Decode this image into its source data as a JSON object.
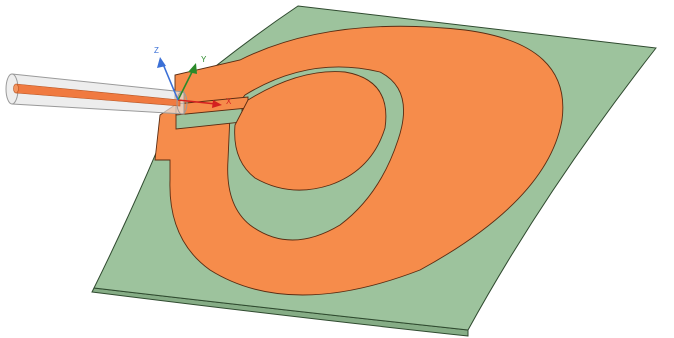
{
  "colors": {
    "background": "#ffffff",
    "substrate_fill": "#9dc39d",
    "substrate_edge": "#2f4a2f",
    "substrate_side": "#86ad86",
    "conductor_fill": "#f68c4b",
    "conductor_edge": "#5a2c12",
    "probe_core": "#f07a40",
    "probe_shell": "#d9d9d9",
    "probe_outline": "#9a9a9a",
    "axis_x": "#d42020",
    "axis_y": "#2a8a2a",
    "axis_z": "#3a6fd6"
  },
  "axes": {
    "x_label": "X",
    "y_label": "Y",
    "z_label": "Z"
  },
  "scene": {
    "objects": [
      {
        "name": "curved-substrate",
        "kind": "dielectric-sheet"
      },
      {
        "name": "outer-ring-patch",
        "kind": "conductor"
      },
      {
        "name": "inner-ellipse-patch",
        "kind": "conductor"
      },
      {
        "name": "coaxial-feed",
        "kind": "feed"
      }
    ]
  }
}
